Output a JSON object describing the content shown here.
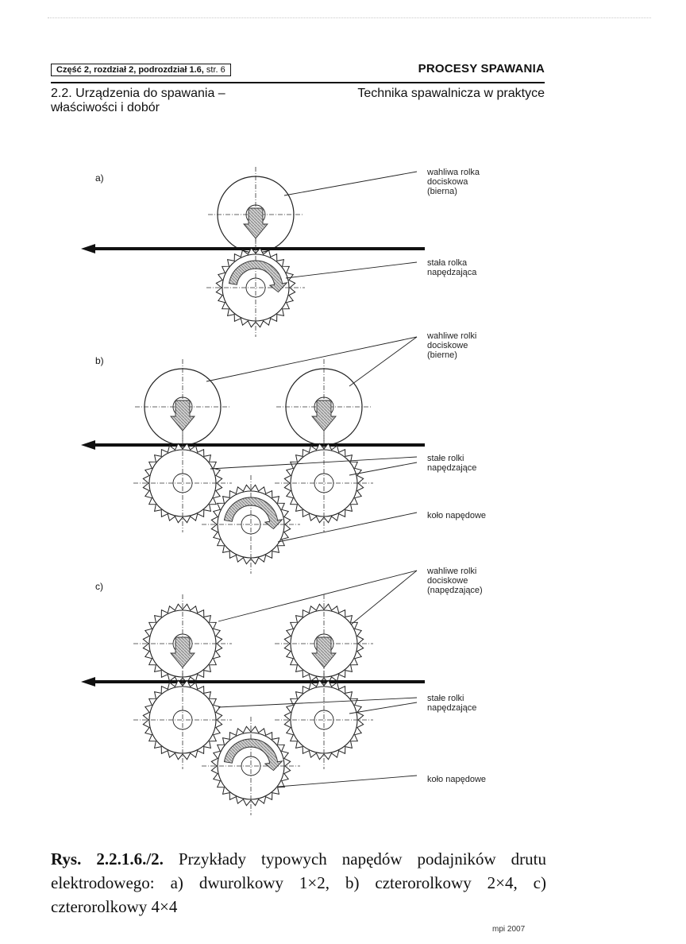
{
  "header": {
    "section_ref": "Część 2, rozdział 2, podrozdział 1.6,",
    "section_page": "str. 6",
    "book_title": "PROCESY SPAWANIA"
  },
  "chapter": {
    "number_title": "2.2. Urządzenia do spawania –",
    "title_cont": "właściwości i dobór",
    "subtitle": "Technika spawalnicza w praktyce"
  },
  "figure": {
    "parts": [
      {
        "id": "a",
        "label": "a)",
        "callouts": [
          [
            "wahliwa rolka",
            "dociskowa",
            "(bierna)"
          ],
          [
            "stała rolka",
            "napędzająca"
          ]
        ]
      },
      {
        "id": "b",
        "label": "b)",
        "callouts": [
          [
            "wahliwe rolki",
            "dociskowe",
            "(bierne)"
          ],
          [
            "stałe rolki",
            "napędzające"
          ],
          [
            "koło napędowe"
          ]
        ]
      },
      {
        "id": "c",
        "label": "c)",
        "callouts": [
          [
            "wahliwe rolki",
            "dociskowe",
            "(napędzające)"
          ],
          [
            "stałe rolki",
            "napędzające"
          ],
          [
            "koło napędowe"
          ]
        ]
      }
    ]
  },
  "caption": {
    "label": "Rys. 2.2.1.6./2.",
    "text": "Przykłady typowych napędów podajników drutu elektrodowego: a) dwurolkowy 1×2, b) czterorolkowy 2×4, c) czterorolkowy 4×4"
  },
  "footer": {
    "mark": "mpi 2007"
  }
}
